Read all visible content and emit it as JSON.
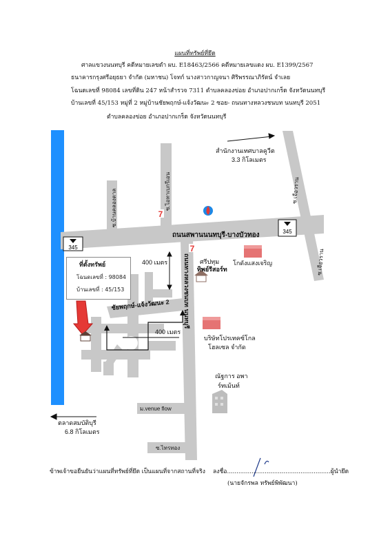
{
  "header": {
    "title": "แผนที่ทรัพย์ที่ยึด",
    "line1": "ศาลแขวงนนทบุรี  คดีหมายเลขดำ ผบ. E18463/2566  คดีหมายเลขแดง ผบ. E1399/2567",
    "line2": "ธนาคารกรุงศรีอยุธยา จำกัด (มหาชน)     โจทก์  นางสาวกาญจนา  ศิริพรรณาภิรัตน์       จำเลย",
    "line3": "โฉนดเลขที่ 98084  เลขที่ดิน 247  หน้าสำรวจ 7311   ตำบลคลองข่อย อำเภอปากเกร็ด จังหวัดนนทบุรี",
    "line4": "บ้านเลขที่ 45/153 หมู่ที่  2 หมู่บ้านชัยพฤกษ์-แจ้งวัฒนะ 2  ซอย-  ถนนทางหลวงชนบท นนทบุรี 2051",
    "line5": "ตำบลคลองข่อย อำเภอปากเกร็ด จังหวัดนนทบุรี"
  },
  "map": {
    "main_road": "ถนนสพานนนทบุรี-บางบัวทอง",
    "highway_badge": "345",
    "rural_road": "ถนนทางหลวงชนบท นนทบุรี",
    "village_road": "ชัยพฤกษ์-แจ้งวัฒนะ 2",
    "soi_left": "ซ.บ้านคลองตาล",
    "soi_mid": "ซ.ไอทาเบกรีเอน",
    "soi_right1": "ซ.เจือวราน",
    "soi_right2": "ซ.เจือวราน",
    "venue_flow": "ม.venue flow",
    "soi_bottom": "ซ.ไทรทอง",
    "dist_400_a": "400 เมตร",
    "dist_400_b": "400 เมตร",
    "landmark_sriprathum_1": "ศรีปทุม",
    "landmark_sriprathum_2": "ทิพย์รีสอร์ท",
    "landmark_warehouse": "โกดังแสงเจริญ",
    "landmark_company_1": "บริษัทโปรเทคซ์โกล",
    "landmark_company_2": "โฮลเซล จำกัด",
    "landmark_apartment_1": "ณัฐการ อพา",
    "landmark_apartment_2": "ร์ทเม้นท์",
    "dir_office_1": "สำนักงานเทศบาลคูวีต",
    "dir_office_2": "3.3 กิโลเมตร",
    "dir_market_1": "ตลาดสมบัติบุรี",
    "dir_market_2": "6.8 กิโลเมตร",
    "property_title": "ที่ตั้งทรัพย์",
    "property_deed": "โฉนดเลขที่ : 98084",
    "property_house": "บ้านเลขที่ : 45/153",
    "colors": {
      "road": "#c8c8c8",
      "canal": "#1e90ff",
      "pointer": "#e53935"
    }
  },
  "footer": {
    "statement": "ข้าพเจ้าขอยืนยันว่าแผนที่ทรัพย์ที่ยึด เป็นแผนที่จากสถานที่จริง",
    "sign_label": "ลงชื่อ.......................................................ผู้นำยึด",
    "signer": "(นายจักรพล   ทรัพย์พิพัฒนา)"
  }
}
